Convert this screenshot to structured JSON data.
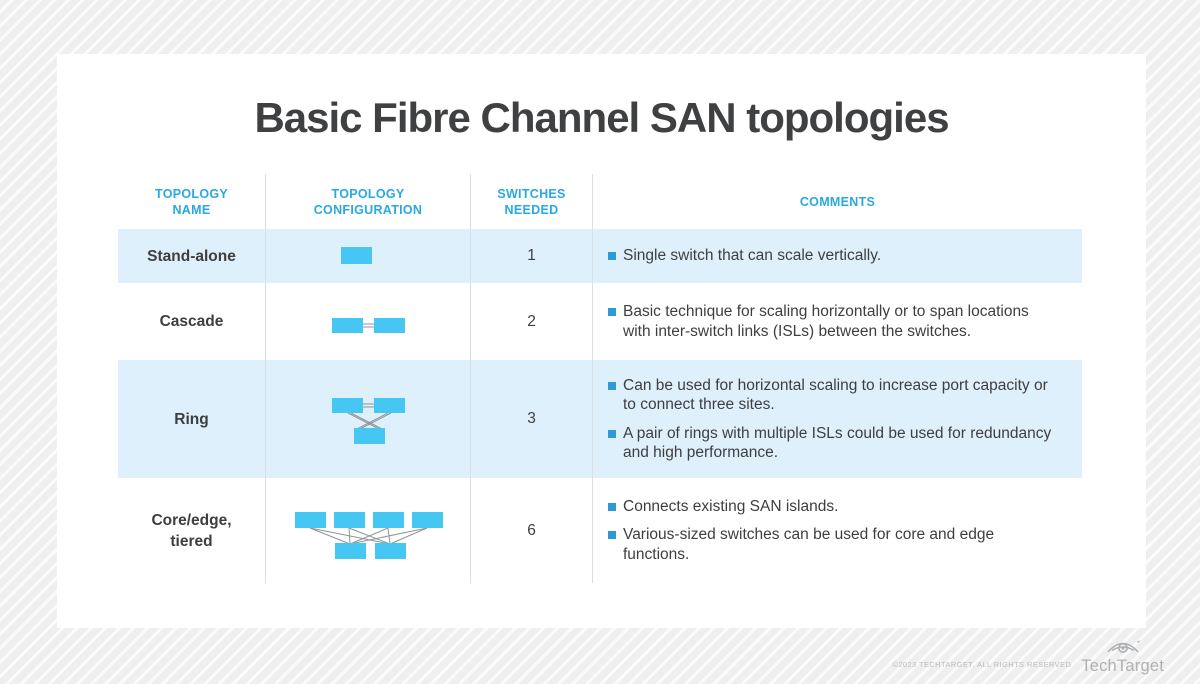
{
  "title": "Basic Fibre Channel SAN topologies",
  "colors": {
    "accent_cyan": "#29a9e1",
    "switch_fill": "#45c6f3",
    "row_highlight": "#def0fb",
    "bullet_blue": "#2d9ad3",
    "title_text": "#3f4042",
    "body_text": "#3e3e40"
  },
  "table": {
    "headers": [
      {
        "line1": "TOPOLOGY",
        "line2": "NAME"
      },
      {
        "line1": "TOPOLOGY",
        "line2": "CONFIGURATION"
      },
      {
        "line1": "SWITCHES",
        "line2": "NEEDED"
      },
      {
        "line1": "COMMENTS",
        "line2": ""
      }
    ],
    "rows": [
      {
        "name": "Stand-alone",
        "diagram": "standalone-single-switch",
        "switches": "1",
        "comments": [
          "Single switch that can scale vertically."
        ]
      },
      {
        "name": "Cascade",
        "diagram": "cascade-two-switches-linked",
        "switches": "2",
        "comments": [
          "Basic technique for scaling horizontally or to span locations with inter-switch links (ISLs) between the switches."
        ]
      },
      {
        "name": "Ring",
        "diagram": "ring-three-switches",
        "switches": "3",
        "comments": [
          "Can be used for horizontal scaling to increase port capacity or to connect three sites.",
          "A pair of rings with multiple ISLs could be used for redundancy and high performance."
        ]
      },
      {
        "name": "Core/edge, tiered",
        "diagram": "core-edge-six-switches",
        "switches": "6",
        "comments": [
          "Connects existing SAN islands.",
          "Various-sized switches can be used for core and edge functions."
        ]
      }
    ]
  },
  "footer": {
    "copyright": "©2023 TECHTARGET, ALL RIGHTS RESERVED",
    "brand": "TechTarget"
  }
}
